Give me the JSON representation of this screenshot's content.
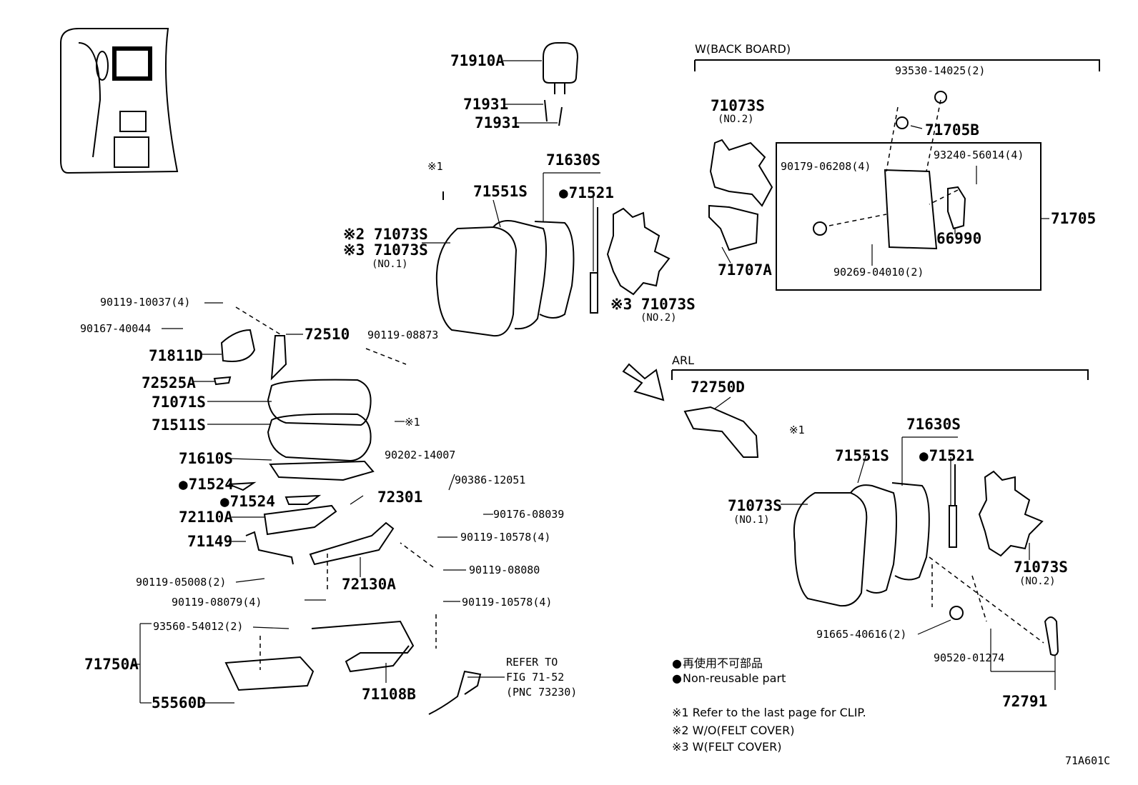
{
  "figure_code": "71A601C",
  "sections": {
    "back_board": "W(BACK BOARD)",
    "arl": "ARL"
  },
  "parts": {
    "p71910A": "71910A",
    "p71931a": "71931",
    "p71931b": "71931",
    "clip_note_top": "※1",
    "p71630S_top": "71630S",
    "p71551S_top": "71551S",
    "p71521_top": "71521",
    "p71073S_n2": "※2 71073S",
    "p71073S_n3": "※3 71073S",
    "no1_top": "(NO.1)",
    "p71073S_mid_n3": "※3 71073S",
    "no2_mid": "(NO.2)",
    "p90119_10037": "90119-10037(4)",
    "p90167_40044": "90167-40044",
    "p71811D": "71811D",
    "p72510": "72510",
    "p90119_08873": "90119-08873",
    "p72525A": "72525A",
    "p71071S": "71071S",
    "p71511S": "71511S",
    "clip_note_mid": "※1",
    "p71610S": "71610S",
    "p90202_14007": "90202-14007",
    "p90386_12051": "90386-12051",
    "p71524a": "71524",
    "p71524b": "71524",
    "p72301": "72301",
    "p90176_08039": "90176-08039",
    "p72110A": "72110A",
    "p90119_10578a": "90119-10578(4)",
    "p71149": "71149",
    "p90119_08080": "90119-08080",
    "p90119_05008": "90119-05008(2)",
    "p72130A": "72130A",
    "p90119_08079": "90119-08079(4)",
    "p90119_10578b": "90119-10578(4)",
    "p93560_54012": "93560-54012(2)",
    "p71750A": "71750A",
    "p71108B": "71108B",
    "p55560D": "55560D",
    "refer1": "REFER TO",
    "refer2": "FIG 71-52",
    "refer3": "(PNC 73230)",
    "p93530_14025": "93530-14025(2)",
    "p71073S_bb": "71073S",
    "no2_bb": "(NO.2)",
    "p71705B": "71705B",
    "p90179_06208": "90179-06208(4)",
    "p93240_56014": "93240-56014(4)",
    "p71705": "71705",
    "p66990": "66990",
    "p71707A": "71707A",
    "p90269_04010": "90269-04010(2)",
    "p72750D": "72750D",
    "clip_note_arl": "※1",
    "p71630S_arl": "71630S",
    "p71551S_arl": "71551S",
    "p71521_arl": "71521",
    "p71073S_arl": "71073S",
    "no1_arl": "(NO.1)",
    "p71073S_arl2": "71073S",
    "no2_arl": "(NO.2)",
    "p91665_40616": "91665-40616(2)",
    "p90520_01274": "90520-01274",
    "p72791": "72791"
  },
  "legend": {
    "jp": "再使用不可部品",
    "en": "Non-reusable part",
    "n1": "※1  Refer to the last page for CLIP.",
    "n2": "※2  W/O(FELT COVER)",
    "n3": "※3  W(FELT COVER)"
  }
}
